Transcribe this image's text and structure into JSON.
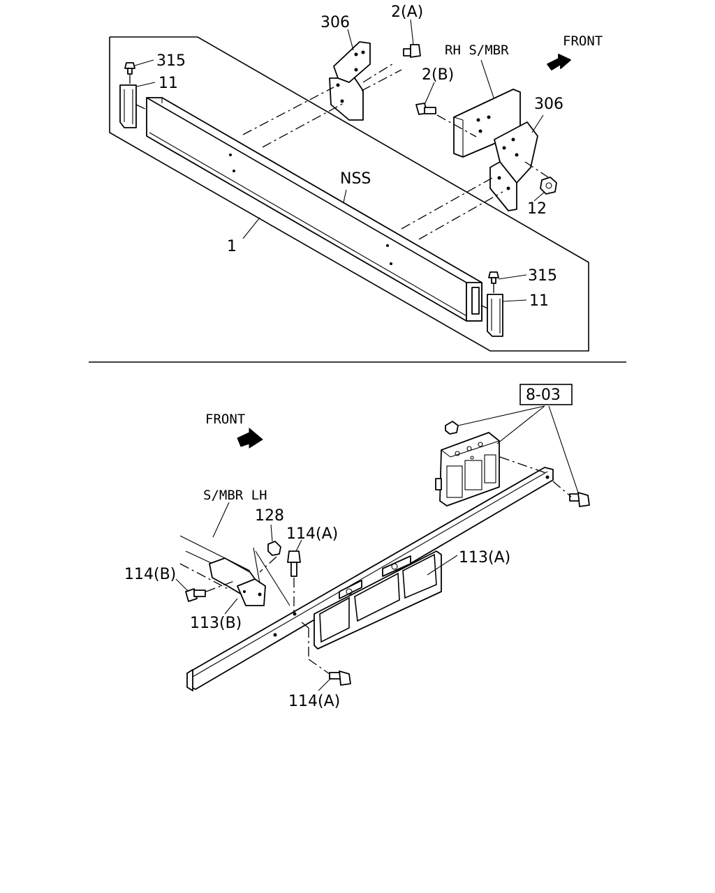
{
  "top_section": {
    "front_label": "FRONT",
    "rh_member_label": "RH S/MBR",
    "callouts": {
      "p306_left": "306",
      "p2a": "2(A)",
      "p2b": "2(B)",
      "p306_right": "306",
      "p315_left": "315",
      "p11_left": "11",
      "nss": "NSS",
      "p12": "12",
      "p1": "1",
      "p315_right": "315",
      "p11_right": "11"
    }
  },
  "bottom_section": {
    "front_label": "FRONT",
    "ref_box": "8-03",
    "lh_member_label": "S/MBR LH",
    "callouts": {
      "p128": "128",
      "p114a_top": "114(A)",
      "p113a": "113(A)",
      "p114b": "114(B)",
      "p113b": "113(B)",
      "p114a_bottom": "114(A)"
    }
  },
  "colors": {
    "line": "#000000",
    "background": "#ffffff"
  }
}
